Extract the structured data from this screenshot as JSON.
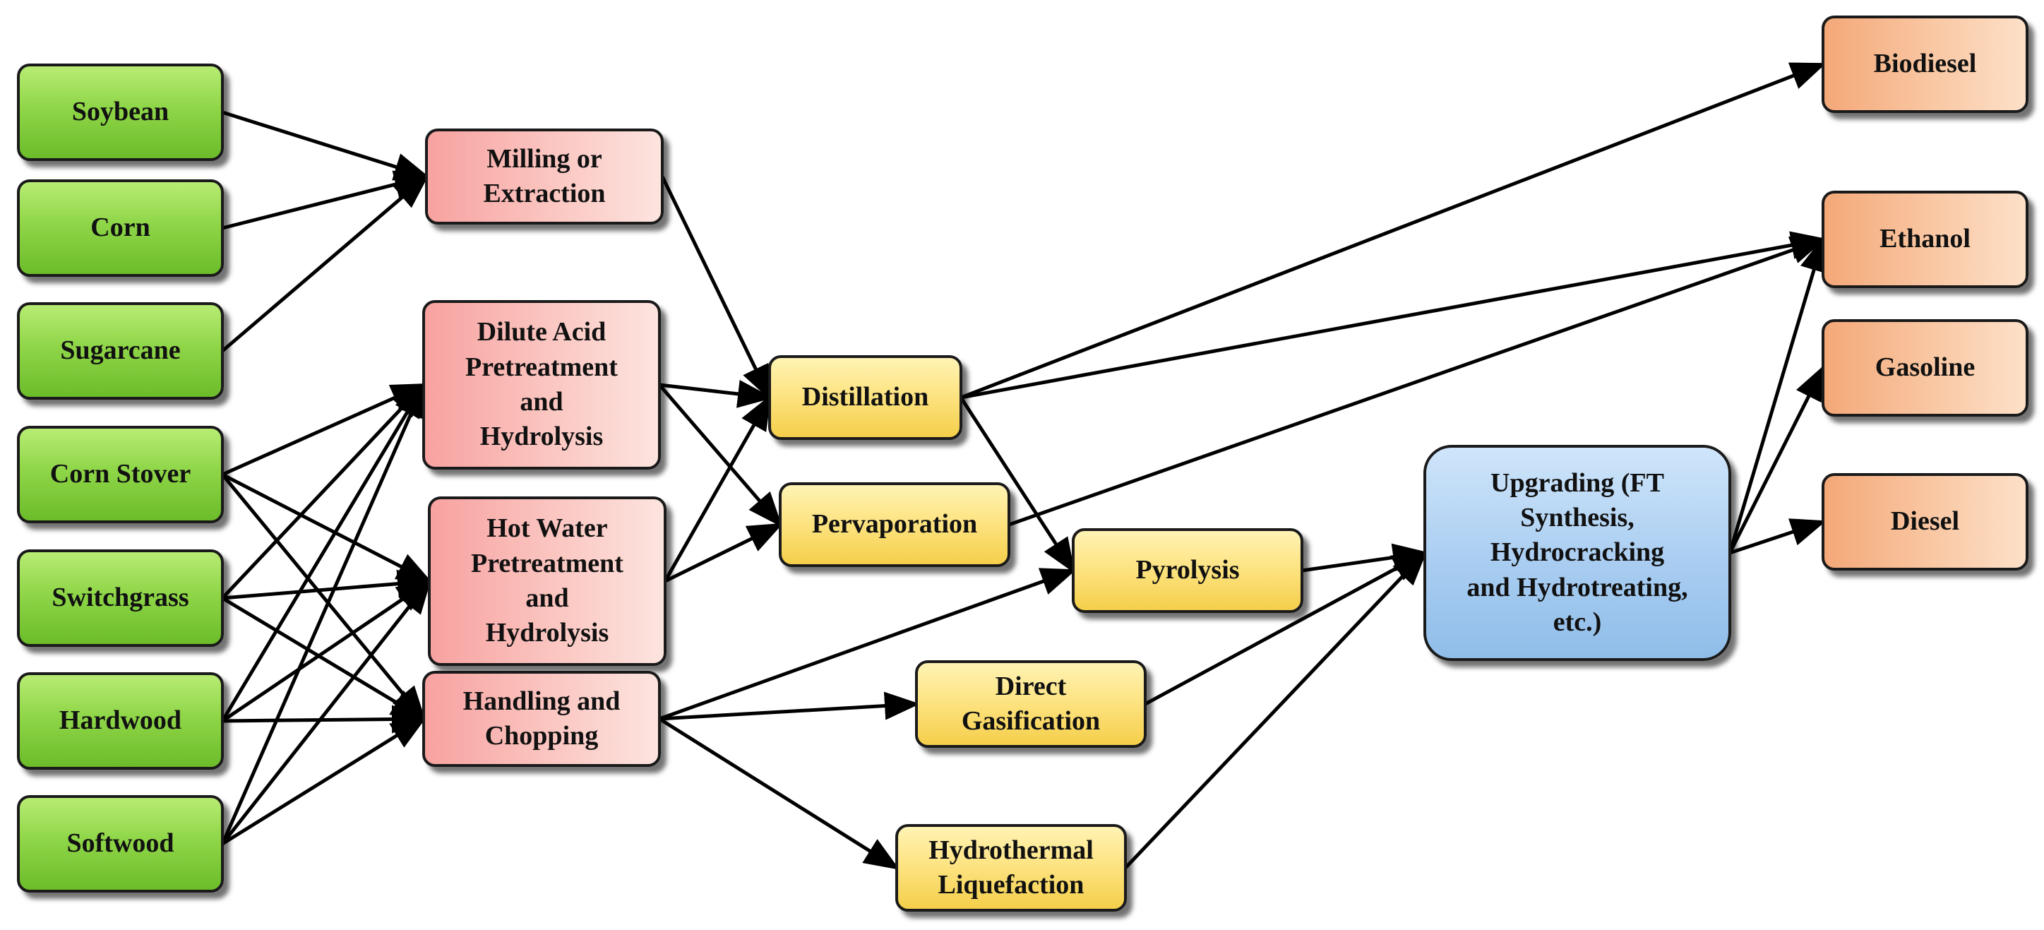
{
  "nodes": {
    "soybean": "Soybean",
    "corn": "Corn",
    "sugarcane": "Sugarcane",
    "corn_stover": "Corn Stover",
    "switchgrass": "Switchgrass",
    "hardwood": "Hardwood",
    "softwood": "Softwood",
    "milling": "Milling or\nExtraction",
    "dilute_acid": "Dilute Acid\nPretreatment\nand\nHydrolysis",
    "hot_water": "Hot Water\nPretreatment\nand\nHydrolysis",
    "handling": "Handling and\nChopping",
    "distillation": "Distillation",
    "pervaporation": "Pervaporation",
    "pyrolysis": "Pyrolysis",
    "direct_gasification": "Direct\nGasification",
    "hydrothermal": "Hydrothermal\nLiquefaction",
    "upgrading": "Upgrading (FT\nSynthesis,\nHydrocracking\nand Hydrotreating,\netc.)",
    "biodiesel": "Biodiesel",
    "ethanol": "Ethanol",
    "gasoline": "Gasoline",
    "diesel": "Diesel"
  },
  "edges": [
    [
      "soybean",
      "milling"
    ],
    [
      "corn",
      "milling"
    ],
    [
      "sugarcane",
      "milling"
    ],
    [
      "corn_stover",
      "dilute_acid"
    ],
    [
      "corn_stover",
      "hot_water"
    ],
    [
      "corn_stover",
      "handling"
    ],
    [
      "switchgrass",
      "dilute_acid"
    ],
    [
      "switchgrass",
      "hot_water"
    ],
    [
      "switchgrass",
      "handling"
    ],
    [
      "hardwood",
      "dilute_acid"
    ],
    [
      "hardwood",
      "hot_water"
    ],
    [
      "hardwood",
      "handling"
    ],
    [
      "softwood",
      "dilute_acid"
    ],
    [
      "softwood",
      "hot_water"
    ],
    [
      "softwood",
      "handling"
    ],
    [
      "milling",
      "distillation"
    ],
    [
      "dilute_acid",
      "distillation"
    ],
    [
      "dilute_acid",
      "pervaporation"
    ],
    [
      "hot_water",
      "distillation"
    ],
    [
      "hot_water",
      "pervaporation"
    ],
    [
      "handling",
      "pyrolysis"
    ],
    [
      "handling",
      "direct_gasification"
    ],
    [
      "handling",
      "hydrothermal"
    ],
    [
      "distillation",
      "biodiesel"
    ],
    [
      "distillation",
      "ethanol"
    ],
    [
      "distillation",
      "pyrolysis"
    ],
    [
      "pervaporation",
      "ethanol"
    ],
    [
      "pyrolysis",
      "upgrading"
    ],
    [
      "direct_gasification",
      "upgrading"
    ],
    [
      "hydrothermal",
      "upgrading"
    ],
    [
      "upgrading",
      "ethanol"
    ],
    [
      "upgrading",
      "gasoline"
    ],
    [
      "upgrading",
      "diesel"
    ]
  ]
}
